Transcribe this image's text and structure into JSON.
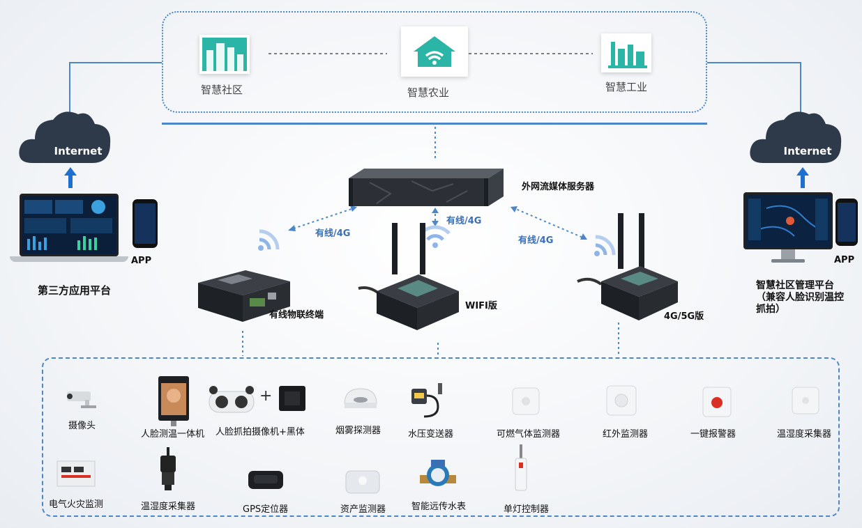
{
  "apps": [
    {
      "label": "智慧社区",
      "icon": "city-buildings-icon"
    },
    {
      "label": "智慧农业",
      "icon": "wifi-house-icon"
    },
    {
      "label": "智慧工业",
      "icon": "factory-icon"
    }
  ],
  "cloud_left": {
    "label": "Internet"
  },
  "cloud_right": {
    "label": "Internet"
  },
  "server": {
    "label": "外网流媒体服务器"
  },
  "links": {
    "left": "有线/4G",
    "center": "有线/4G",
    "right": "有线/4G"
  },
  "left_platform": {
    "app": "APP",
    "label": "第三方应用平台"
  },
  "right_platform": {
    "app": "APP",
    "label": "智慧社区管理平台（兼容人脸识别温控抓拍）"
  },
  "terminals": {
    "wired": "有线物联终端",
    "wifi": "WIFI版",
    "cellular": "4G/5G版"
  },
  "devices": {
    "camera": "摄像头",
    "face_temp": "人脸测温一体机",
    "face_capture": "人脸抓拍摄像机+黑体",
    "smoke": "烟雾探测器",
    "water_pressure": "水压变送器",
    "gas": "可燃气体监测器",
    "infrared": "红外监测器",
    "alarm": "一键报警器",
    "temp_hum_1": "温湿度采集器",
    "fire": "电气火灾监测",
    "temp_hum_2": "温湿度采集器",
    "gps": "GPS定位器",
    "asset": "资产监测器",
    "water_meter": "智能远传水表",
    "light": "单灯控制器"
  },
  "colors": {
    "accent": "#4a86c8",
    "cloud": "#2e3a4a",
    "teal": "#2bb5a6"
  }
}
